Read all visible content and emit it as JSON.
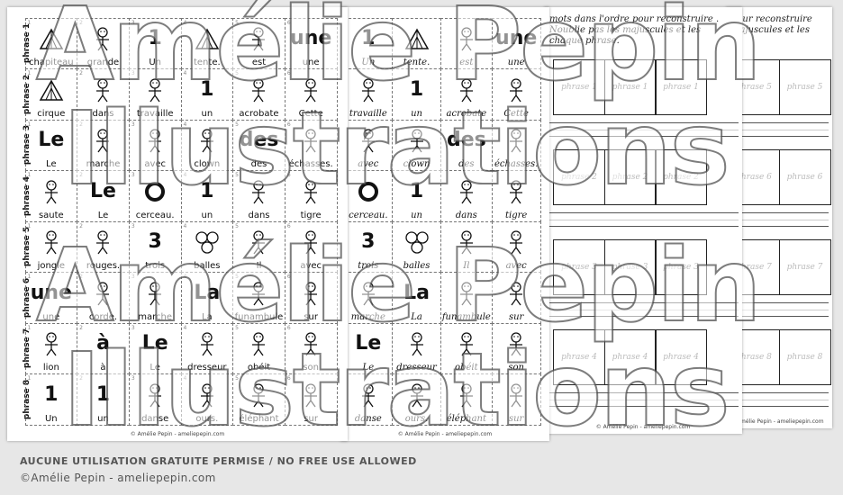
{
  "rows": [
    "phrase 1",
    "phrase 2",
    "phrase 3",
    "phrase 4",
    "phrase 5",
    "phrase 6",
    "phrase 7",
    "phrase 8"
  ],
  "cards": [
    [
      {
        "n": "1",
        "big": "",
        "pic": "tent",
        "word": "chapiteau"
      },
      {
        "n": "2",
        "big": "",
        "pic": "person",
        "word": "grande"
      },
      {
        "n": "3",
        "big": "1",
        "pic": "",
        "word": "Un"
      },
      {
        "n": "4",
        "big": "",
        "pic": "tent",
        "word": "tente."
      },
      {
        "n": "5",
        "big": "",
        "pic": "person",
        "word": "est"
      },
      {
        "n": "6",
        "big": "une",
        "pic": "",
        "word": "une"
      }
    ],
    [
      {
        "n": "1",
        "big": "",
        "pic": "tent",
        "word": "cirque"
      },
      {
        "n": "2",
        "big": "",
        "pic": "person",
        "word": "dans"
      },
      {
        "n": "3",
        "big": "",
        "pic": "person",
        "word": "travaille"
      },
      {
        "n": "4",
        "big": "1",
        "pic": "",
        "word": "un"
      },
      {
        "n": "5",
        "big": "",
        "pic": "person",
        "word": "acrobate"
      },
      {
        "n": "6",
        "big": "",
        "pic": "person",
        "word": "Cette"
      }
    ],
    [
      {
        "n": "1",
        "big": "Le",
        "pic": "",
        "word": "Le"
      },
      {
        "n": "2",
        "big": "",
        "pic": "person",
        "word": "marche"
      },
      {
        "n": "3",
        "big": "",
        "pic": "person",
        "word": "avec"
      },
      {
        "n": "4",
        "big": "",
        "pic": "person",
        "word": "clown"
      },
      {
        "n": "5",
        "big": "des",
        "pic": "",
        "word": "des"
      },
      {
        "n": "6",
        "big": "",
        "pic": "person",
        "word": "échasses."
      }
    ],
    [
      {
        "n": "1",
        "big": "",
        "pic": "person",
        "word": "saute"
      },
      {
        "n": "2",
        "big": "Le",
        "pic": "",
        "word": "Le"
      },
      {
        "n": "3",
        "big": "",
        "pic": "ring",
        "word": "cerceau."
      },
      {
        "n": "4",
        "big": "1",
        "pic": "",
        "word": "un"
      },
      {
        "n": "5",
        "big": "",
        "pic": "person",
        "word": "dans"
      },
      {
        "n": "6",
        "big": "",
        "pic": "person",
        "word": "tigre"
      }
    ],
    [
      {
        "n": "1",
        "big": "",
        "pic": "person",
        "word": "jongle"
      },
      {
        "n": "2",
        "big": "",
        "pic": "person",
        "word": "rouges."
      },
      {
        "n": "3",
        "big": "3",
        "pic": "",
        "word": "trois"
      },
      {
        "n": "4",
        "big": "",
        "pic": "balls",
        "word": "balles"
      },
      {
        "n": "5",
        "big": "",
        "pic": "person",
        "word": "Il"
      },
      {
        "n": "6",
        "big": "",
        "pic": "person",
        "word": "avec"
      }
    ],
    [
      {
        "n": "1",
        "big": "une",
        "pic": "",
        "word": "une"
      },
      {
        "n": "2",
        "big": "",
        "pic": "person",
        "word": "corde."
      },
      {
        "n": "3",
        "big": "",
        "pic": "person",
        "word": "marche"
      },
      {
        "n": "4",
        "big": "La",
        "pic": "",
        "word": "La"
      },
      {
        "n": "5",
        "big": "",
        "pic": "person",
        "word": "funambule"
      },
      {
        "n": "6",
        "big": "",
        "pic": "person",
        "word": "sur"
      }
    ],
    [
      {
        "n": "1",
        "big": "",
        "pic": "person",
        "word": "lion"
      },
      {
        "n": "2",
        "big": "à",
        "pic": "",
        "word": "à"
      },
      {
        "n": "3",
        "big": "Le",
        "pic": "",
        "word": "Le"
      },
      {
        "n": "4",
        "big": "",
        "pic": "person",
        "word": "dresseur"
      },
      {
        "n": "5",
        "big": "",
        "pic": "person",
        "word": "obéit"
      },
      {
        "n": "6",
        "big": "",
        "pic": "person",
        "word": "son"
      }
    ],
    [
      {
        "n": "1",
        "big": "1",
        "pic": "",
        "word": "Un"
      },
      {
        "n": "2",
        "big": "1",
        "pic": "",
        "word": "un"
      },
      {
        "n": "3",
        "big": "",
        "pic": "person",
        "word": "danse"
      },
      {
        "n": "4",
        "big": "",
        "pic": "person",
        "word": "ours."
      },
      {
        "n": "5",
        "big": "",
        "pic": "person",
        "word": "éléphant"
      },
      {
        "n": "6",
        "big": "",
        "pic": "person",
        "word": "sur"
      }
    ]
  ],
  "cards2": [
    [
      {
        "big": "1",
        "pic": "",
        "word": "Un"
      },
      {
        "big": "",
        "pic": "tent",
        "word": "tente."
      },
      {
        "big": "",
        "pic": "person",
        "word": "est"
      },
      {
        "big": "une",
        "pic": "",
        "word": "une"
      }
    ],
    [
      {
        "big": "",
        "pic": "person",
        "word": "travaille"
      },
      {
        "big": "1",
        "pic": "",
        "word": "un"
      },
      {
        "big": "",
        "pic": "person",
        "word": "acrobate"
      },
      {
        "big": "",
        "pic": "person",
        "word": "Cette"
      }
    ],
    [
      {
        "big": "",
        "pic": "person",
        "word": "avec"
      },
      {
        "big": "",
        "pic": "person",
        "word": "clown"
      },
      {
        "big": "des",
        "pic": "",
        "word": "des"
      },
      {
        "big": "",
        "pic": "person",
        "word": "échasses."
      }
    ],
    [
      {
        "big": "",
        "pic": "ring",
        "word": "cerceau."
      },
      {
        "big": "1",
        "pic": "",
        "word": "un"
      },
      {
        "big": "",
        "pic": "person",
        "word": "dans"
      },
      {
        "big": "",
        "pic": "person",
        "word": "tigre"
      }
    ],
    [
      {
        "big": "3",
        "pic": "",
        "word": "trois"
      },
      {
        "big": "",
        "pic": "balls",
        "word": "balles"
      },
      {
        "big": "",
        "pic": "person",
        "word": "Il"
      },
      {
        "big": "",
        "pic": "person",
        "word": "avec"
      }
    ],
    [
      {
        "big": "",
        "pic": "person",
        "word": "marche"
      },
      {
        "big": "La",
        "pic": "",
        "word": "La"
      },
      {
        "big": "",
        "pic": "person",
        "word": "funambule"
      },
      {
        "big": "",
        "pic": "person",
        "word": "sur"
      }
    ],
    [
      {
        "big": "Le",
        "pic": "",
        "word": "Le"
      },
      {
        "big": "",
        "pic": "person",
        "word": "dresseur"
      },
      {
        "big": "",
        "pic": "person",
        "word": "obéit"
      },
      {
        "big": "",
        "pic": "person",
        "word": "son"
      }
    ],
    [
      {
        "big": "",
        "pic": "person",
        "word": "danse"
      },
      {
        "big": "",
        "pic": "person",
        "word": "ours."
      },
      {
        "big": "",
        "pic": "person",
        "word": "éléphant"
      },
      {
        "big": "",
        "pic": "person",
        "word": "sur"
      }
    ]
  ],
  "sheet_footer": "© Amélie Pepin - ameliepepin.com",
  "instructions_left": "mots dans l'ordre pour reconstruire . Noublie pas les majuscules et les chaque phrase.",
  "instructions_right": "pour reconstruire majuscules et les",
  "worksheet_left": [
    [
      "phrase 1",
      "phrase 1",
      "phrase 1"
    ],
    [
      "phrase 2",
      "phrase 2",
      "phrase 2"
    ],
    [
      "phrase 3",
      "phrase 3",
      "phrase 3"
    ],
    [
      "phrase 4",
      "phrase 4",
      "phrase 4"
    ]
  ],
  "worksheet_right": [
    [
      "phrase 5",
      "phrase 5"
    ],
    [
      "phrase 6",
      "phrase 6"
    ],
    [
      "phrase 7",
      "phrase 7"
    ],
    [
      "phrase 8",
      "phrase 8"
    ]
  ],
  "watermark": [
    "Amélie Pepin",
    "Illustrations",
    "Amélie Pepin",
    "Illustrations"
  ],
  "caption_line1": "AUCUNE UTILISATION GRATUITE PERMISE / NO FREE USE ALLOWED",
  "caption_line2": "©Amélie Pepin - ameliepepin.com"
}
